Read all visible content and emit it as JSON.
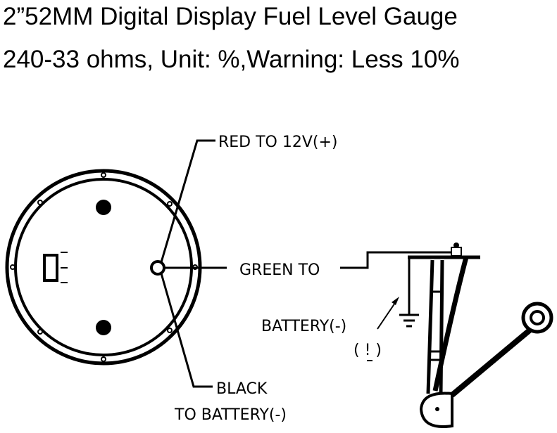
{
  "header": {
    "title": "2”52MM Digital Display Fuel Level Gauge",
    "subtitle": "240-33 ohms, Unit: %,Warning: Less 10%"
  },
  "diagram": {
    "gauge": {
      "label": "gauge-back-view",
      "terminal": "center-terminal"
    },
    "wires": {
      "red": "RED TO  12V(+)",
      "green": "GREEN TO",
      "black_line1": "BLACK",
      "black_line2": "TO BATTERY(-)"
    },
    "sender": {
      "battery_label": "BATTERY(-)",
      "warning_symbol": "( ! )"
    }
  }
}
